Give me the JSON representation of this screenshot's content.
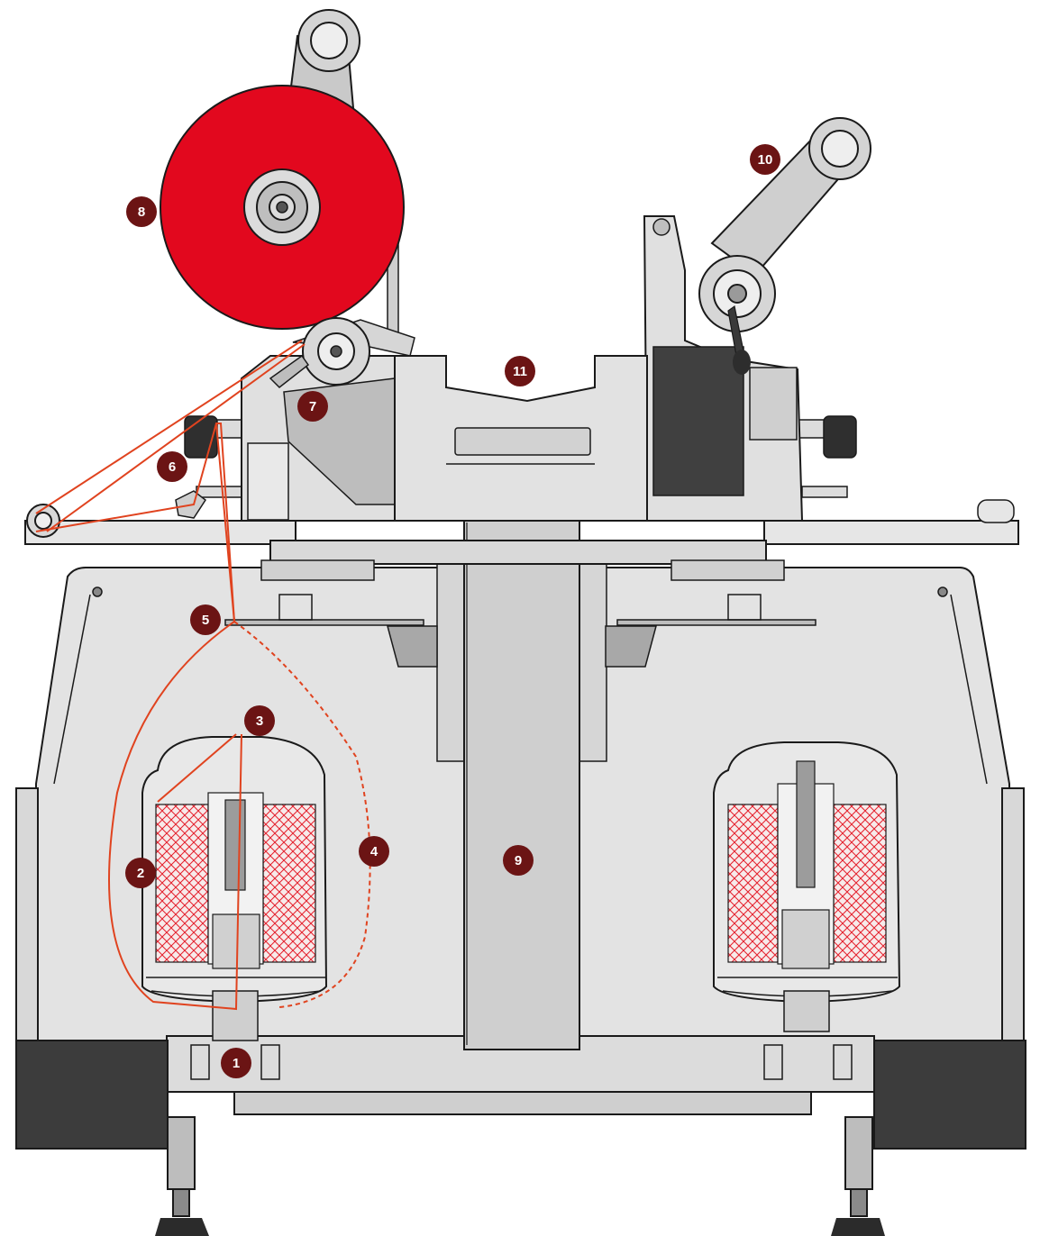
{
  "colors": {
    "marker": "#6b1414",
    "thread": "#e0431f",
    "reel": "#e2081e",
    "machine_light": "#e3e3e3",
    "machine_mid": "#c9c9c9",
    "machine_dark": "#3c3c3c",
    "outline": "#1a1a1a",
    "bobbin_mesh": "#e41e2a"
  },
  "markers": [
    {
      "label": "1"
    },
    {
      "label": "2"
    },
    {
      "label": "3"
    },
    {
      "label": "4"
    },
    {
      "label": "5"
    },
    {
      "label": "6"
    },
    {
      "label": "7"
    },
    {
      "label": "8"
    },
    {
      "label": "9"
    },
    {
      "label": "10"
    },
    {
      "label": "11"
    }
  ]
}
